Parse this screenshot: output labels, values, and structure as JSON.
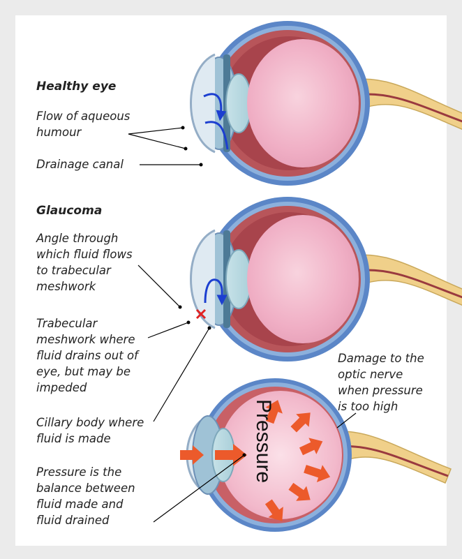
{
  "headings": {
    "healthy": "Healthy eye",
    "glaucoma": "Glaucoma"
  },
  "labels": {
    "flow": [
      "Flow of aqueous",
      "humour"
    ],
    "drainage": "Drainage canal",
    "angle": [
      "Angle through",
      "which fluid flows",
      "to trabecular",
      "meshwork"
    ],
    "trabecular": [
      "Trabecular",
      "meshwork where",
      "fluid drains out of",
      "eye, but may be",
      "impeded"
    ],
    "ciliary": [
      "Cillary body where",
      "fluid is made"
    ],
    "pressure_balance": [
      "Pressure is the",
      "balance between",
      "fluid made and",
      "fluid drained"
    ],
    "damage": [
      "Damage to the",
      "optic nerve",
      "when pressure",
      "is too high"
    ],
    "pressure_word": "Pressure"
  },
  "colors": {
    "background": "#ebebeb",
    "card": "#ffffff",
    "sclera": "#5b86c7",
    "wall": "#b8555a",
    "vitreous": "#f3b3c8",
    "nerve": "#f0d08a",
    "flow_arrow": "#1c3fd0",
    "pressure_arrow": "#ec5a2b",
    "blocked": "#e12222"
  }
}
